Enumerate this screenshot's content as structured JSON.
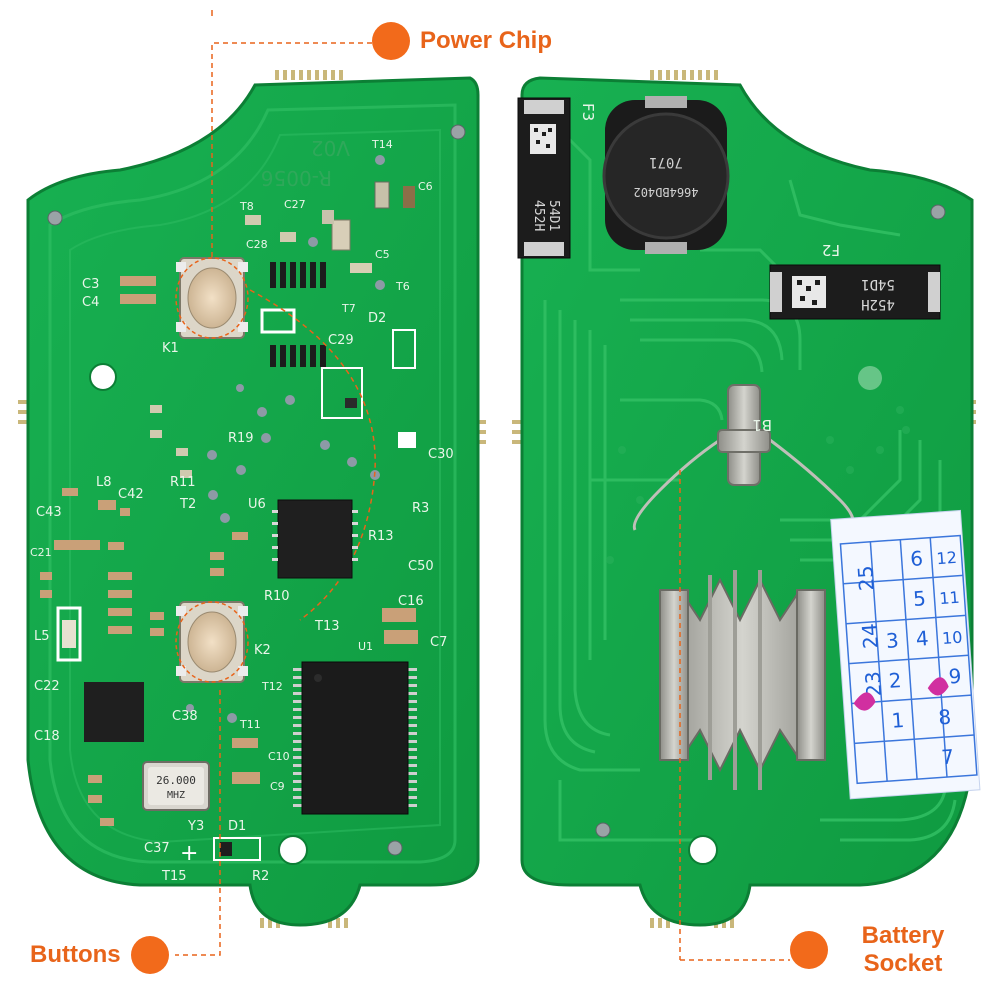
{
  "callouts": {
    "power_chip": "Power Chip",
    "buttons": "Buttons",
    "battery_line1": "Battery",
    "battery_line2": "Socket"
  },
  "colors": {
    "accent": "#f26a1b",
    "pcb_green": "#14a84a",
    "pcb_edge": "#0f8a3b",
    "trace": "#3bc36a",
    "chip": "#1b1b1b",
    "metal": "#b9b9b4",
    "label_blue": "#1f5fd6"
  },
  "board_front": {
    "markings": [
      "V02",
      "R-0056",
      "C3",
      "C4",
      "K1",
      "K2",
      "C29",
      "D2",
      "C30",
      "R3",
      "R13",
      "C50",
      "C16",
      "C7",
      "U1",
      "T13",
      "C42",
      "L8",
      "C43",
      "C21",
      "L5",
      "C22",
      "C18",
      "C38",
      "T11",
      "C10",
      "C9",
      "Y3",
      "D1",
      "C37",
      "T15",
      "R2",
      "T8",
      "C27",
      "C28",
      "C6",
      "C5",
      "T6",
      "T7",
      "T14",
      "R19",
      "R11",
      "T2",
      "U6",
      "R10",
      "T12"
    ],
    "crystal_line1": "26.000",
    "crystal_line2": "MHZ"
  },
  "board_back": {
    "markings": [
      "F3",
      "F2",
      "452H",
      "54D1",
      "7071",
      "4664BD402",
      "B1"
    ],
    "sticker_rows": [
      [
        "23",
        "24",
        "25"
      ],
      [
        "1",
        "2",
        "3",
        "4",
        "5",
        "6"
      ],
      [
        "7",
        "8",
        "9",
        "10",
        "11",
        "12"
      ]
    ]
  }
}
